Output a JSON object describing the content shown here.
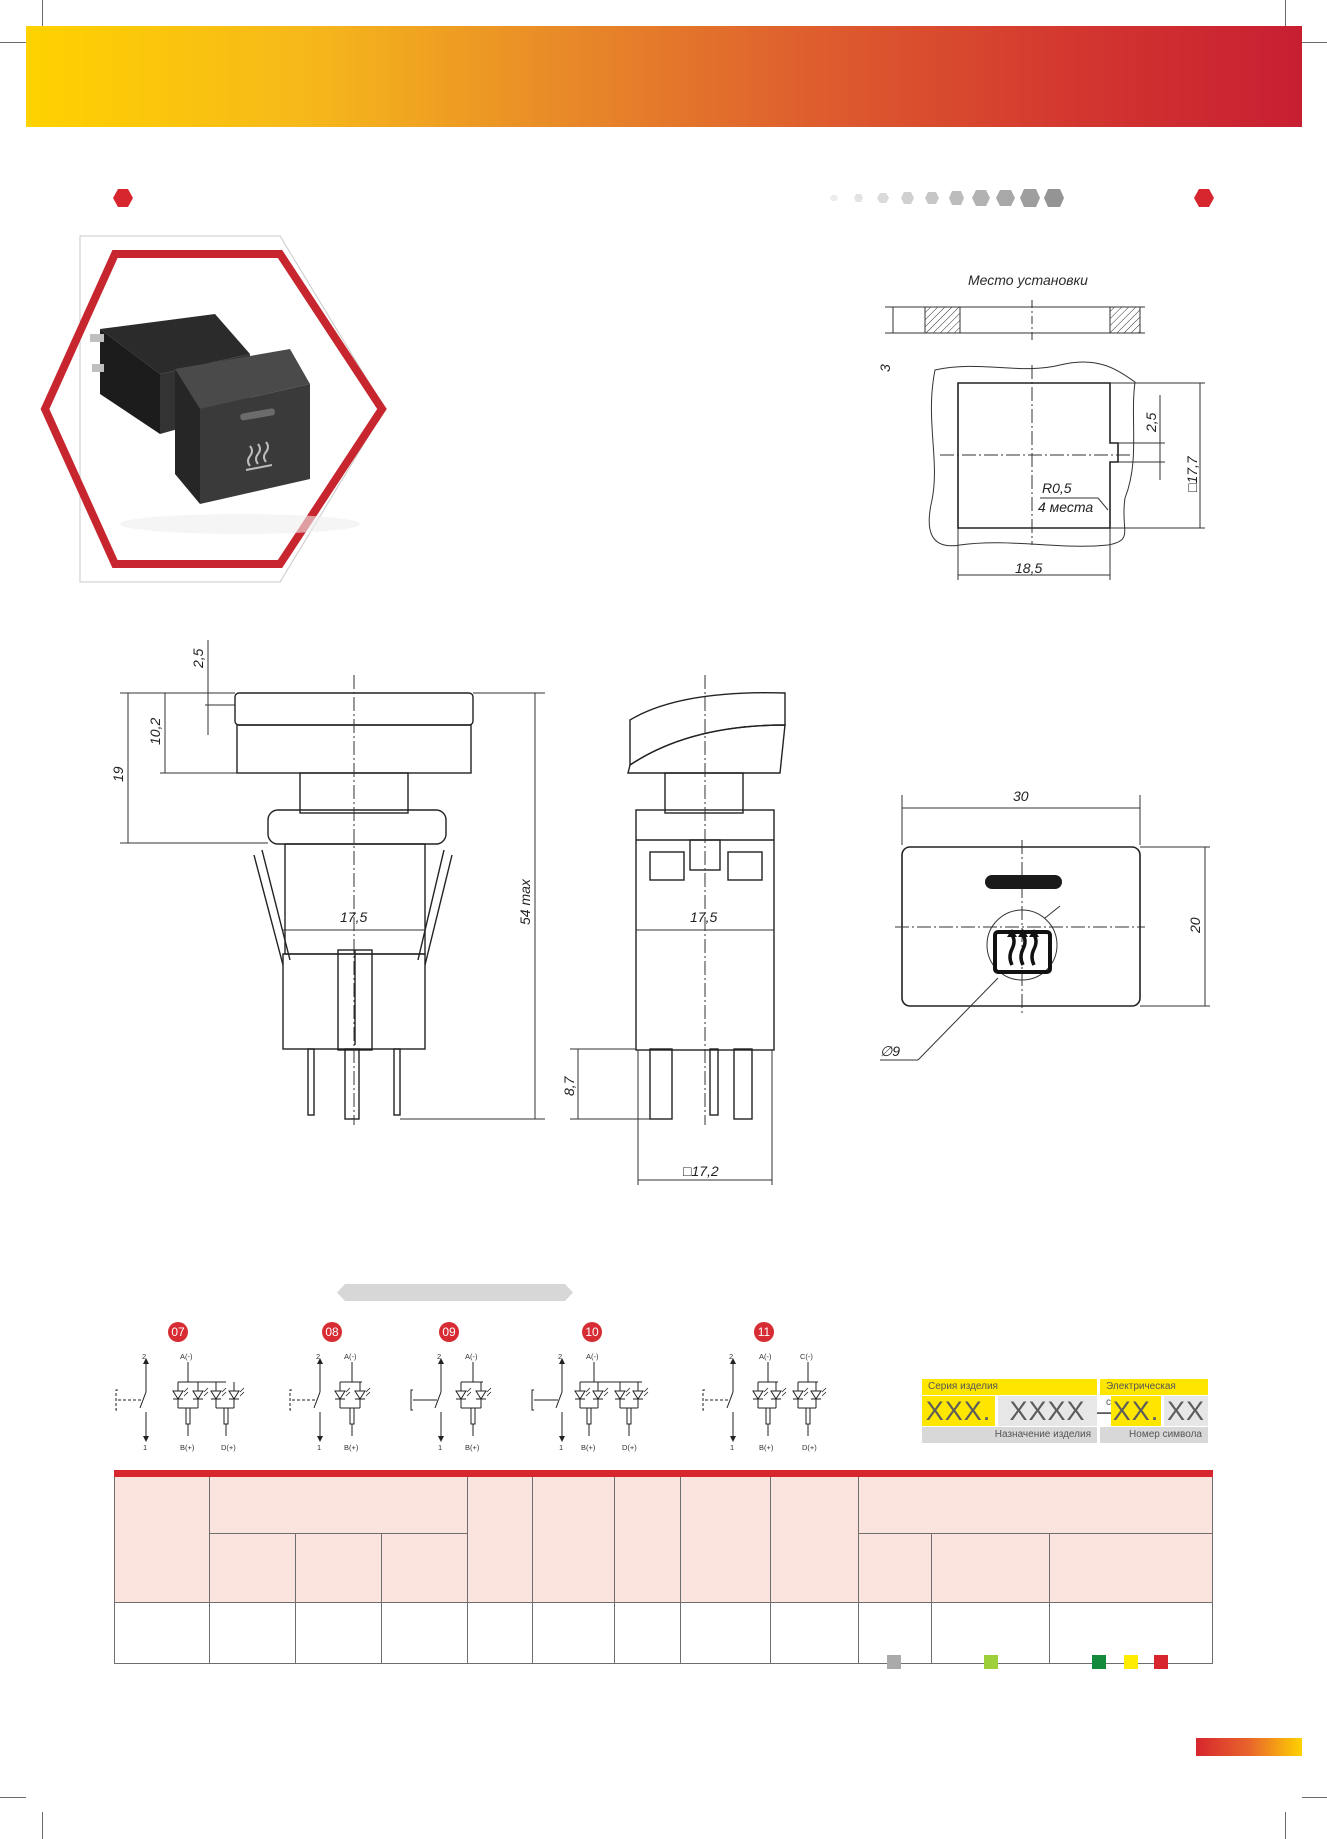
{
  "mounting": {
    "title": "Место установки",
    "dims": {
      "panel_thickness": "3",
      "notch": "2,5",
      "cutout_side": "□17,7",
      "radius": "R0,5",
      "radius_note": "4 места",
      "cutout_width": "18,5"
    }
  },
  "front_view": {
    "dims": {
      "cap_offset": "2,5",
      "cap_height": "10,2",
      "body_upper": "19",
      "total": "54 max",
      "width": "17,5"
    }
  },
  "side_view": {
    "dims": {
      "width": "17,5",
      "pins": "8,7",
      "body_square": "□17,2"
    }
  },
  "cap_view": {
    "dims": {
      "width": "30",
      "height": "20",
      "symbol_dia": "∅9"
    }
  },
  "schematics": [
    {
      "num": "07",
      "top_left": "2",
      "top_right": "A(-)",
      "top_right2": "",
      "bot_left": "1",
      "bot_mid": "B(+)",
      "bot_right": "D(+)"
    },
    {
      "num": "08",
      "top_left": "2",
      "top_right": "A(-)",
      "top_right2": "",
      "bot_left": "1",
      "bot_mid": "B(+)",
      "bot_right": ""
    },
    {
      "num": "09",
      "top_left": "2",
      "top_right": "A(-)",
      "top_right2": "",
      "bot_left": "1",
      "bot_mid": "B(+)",
      "bot_right": ""
    },
    {
      "num": "10",
      "top_left": "2",
      "top_right": "A(-)",
      "top_right2": "",
      "bot_left": "1",
      "bot_mid": "B(+)",
      "bot_right": "D(+)"
    },
    {
      "num": "11",
      "top_left": "2",
      "top_right": "A(-)",
      "top_right2": "C(-)",
      "bot_left": "1",
      "bot_mid": "B(+)",
      "bot_right": "D(+)"
    }
  ],
  "code_legend": {
    "series_label": "Серия изделия",
    "scheme_label": "Электрическая схема",
    "series_value": "XXX.",
    "purpose_value": "XXXX",
    "dash": "–",
    "scheme_value": "XX.",
    "symbol_value": "XX",
    "purpose_label": "Назначение изделия",
    "symbol_label": "Номер символа"
  },
  "colors": {
    "accent": "#d7262e",
    "swatch_gray": "#aaaaaa",
    "swatch_lime": "#9dcf3b",
    "swatch_green": "#138a3c",
    "swatch_yellow": "#ffec00",
    "swatch_red": "#d7262e"
  }
}
